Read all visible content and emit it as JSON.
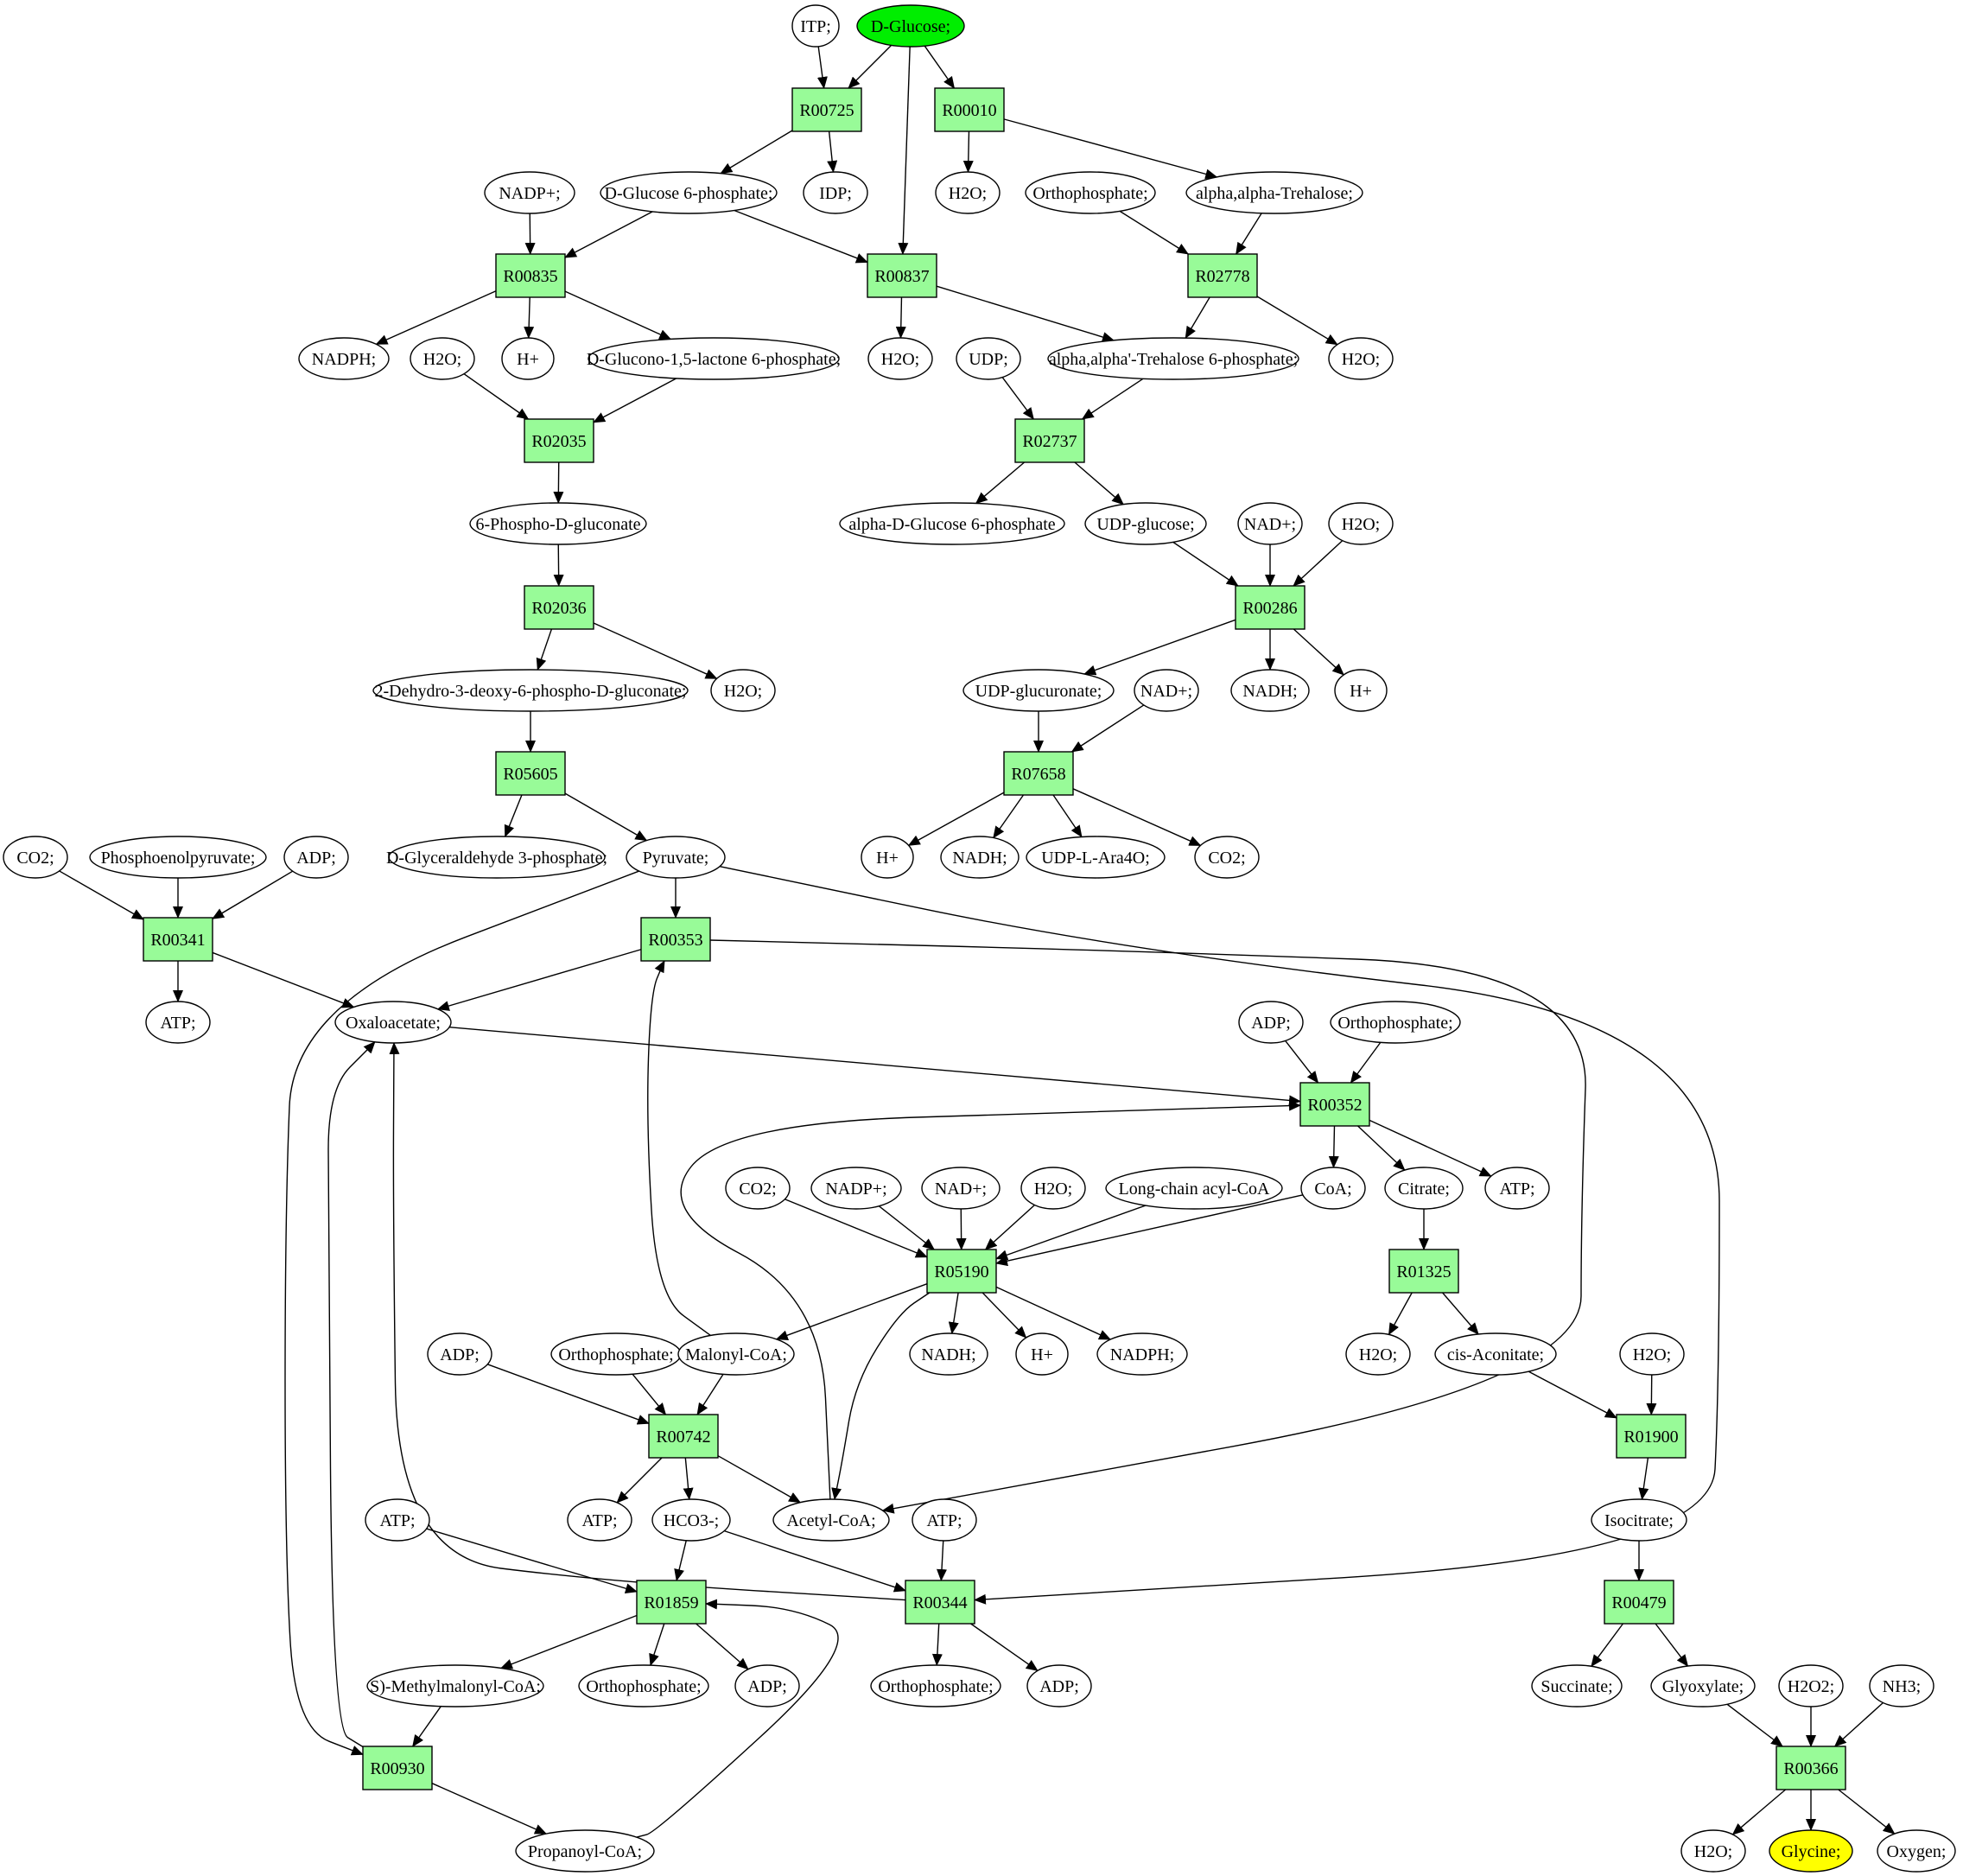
{
  "diagram": {
    "type": "metabolic-pathway-graph",
    "colors": {
      "reaction_fill": "#98fb98",
      "source_fill": "#00ee00",
      "target_fill": "#ffff00",
      "compound_fill": "#ffffff",
      "stroke": "#000000"
    },
    "nodes": [
      {
        "id": "c_itp",
        "label": "ITP;",
        "shape": "ellipse"
      },
      {
        "id": "c_dglucose",
        "label": "D-Glucose;",
        "shape": "ellipse",
        "role": "source"
      },
      {
        "id": "r_R00725",
        "label": "R00725",
        "shape": "box"
      },
      {
        "id": "r_R00010",
        "label": "R00010",
        "shape": "box"
      },
      {
        "id": "c_nadp_1",
        "label": "NADP+;",
        "shape": "ellipse"
      },
      {
        "id": "c_g6p",
        "label": "D-Glucose 6-phosphate;",
        "shape": "ellipse"
      },
      {
        "id": "c_idp",
        "label": "IDP;",
        "shape": "ellipse"
      },
      {
        "id": "c_h2o_1",
        "label": "H2O;",
        "shape": "ellipse"
      },
      {
        "id": "c_pi_1",
        "label": "Orthophosphate;",
        "shape": "ellipse"
      },
      {
        "id": "c_trehalose",
        "label": "alpha,alpha-Trehalose;",
        "shape": "ellipse"
      },
      {
        "id": "r_R00835",
        "label": "R00835",
        "shape": "box"
      },
      {
        "id": "r_R00837",
        "label": "R00837",
        "shape": "box"
      },
      {
        "id": "r_R02778",
        "label": "R02778",
        "shape": "box"
      },
      {
        "id": "c_nadph_1",
        "label": "NADPH;",
        "shape": "ellipse"
      },
      {
        "id": "c_h2o_2",
        "label": "H2O;",
        "shape": "ellipse"
      },
      {
        "id": "c_h_1",
        "label": "H+",
        "shape": "ellipse"
      },
      {
        "id": "c_glucono",
        "label": "D-Glucono-1,5-lactone 6-phosphate;",
        "shape": "ellipse"
      },
      {
        "id": "c_h2o_3",
        "label": "H2O;",
        "shape": "ellipse"
      },
      {
        "id": "c_udp",
        "label": "UDP;",
        "shape": "ellipse"
      },
      {
        "id": "c_t6p",
        "label": "alpha,alpha'-Trehalose 6-phosphate;",
        "shape": "ellipse"
      },
      {
        "id": "c_h2o_4",
        "label": "H2O;",
        "shape": "ellipse"
      },
      {
        "id": "r_R02035",
        "label": "R02035",
        "shape": "box"
      },
      {
        "id": "r_R02737",
        "label": "R02737",
        "shape": "box"
      },
      {
        "id": "c_6pg",
        "label": "6-Phospho-D-gluconate",
        "shape": "ellipse"
      },
      {
        "id": "c_ag6p",
        "label": "alpha-D-Glucose 6-phosphate",
        "shape": "ellipse"
      },
      {
        "id": "c_udpglc",
        "label": "UDP-glucose;",
        "shape": "ellipse"
      },
      {
        "id": "c_nad_1",
        "label": "NAD+;",
        "shape": "ellipse"
      },
      {
        "id": "c_h2o_5",
        "label": "H2O;",
        "shape": "ellipse"
      },
      {
        "id": "r_R02036",
        "label": "R02036",
        "shape": "box"
      },
      {
        "id": "r_R00286",
        "label": "R00286",
        "shape": "box"
      },
      {
        "id": "c_kdpg",
        "label": "2-Dehydro-3-deoxy-6-phospho-D-gluconate;",
        "shape": "ellipse"
      },
      {
        "id": "c_h2o_6",
        "label": "H2O;",
        "shape": "ellipse"
      },
      {
        "id": "c_udpglcA",
        "label": "UDP-glucuronate;",
        "shape": "ellipse"
      },
      {
        "id": "c_nad_2",
        "label": "NAD+;",
        "shape": "ellipse"
      },
      {
        "id": "c_nadh_1",
        "label": "NADH;",
        "shape": "ellipse"
      },
      {
        "id": "c_h_2",
        "label": "H+",
        "shape": "ellipse"
      },
      {
        "id": "r_R05605",
        "label": "R05605",
        "shape": "box"
      },
      {
        "id": "r_R07658",
        "label": "R07658",
        "shape": "box"
      },
      {
        "id": "c_co2_1",
        "label": "CO2;",
        "shape": "ellipse"
      },
      {
        "id": "c_pep",
        "label": "Phosphoenolpyruvate;",
        "shape": "ellipse"
      },
      {
        "id": "c_adp_1",
        "label": "ADP;",
        "shape": "ellipse"
      },
      {
        "id": "c_g3p",
        "label": "D-Glyceraldehyde 3-phosphate;",
        "shape": "ellipse"
      },
      {
        "id": "c_pyr",
        "label": "Pyruvate;",
        "shape": "ellipse"
      },
      {
        "id": "c_h_3",
        "label": "H+",
        "shape": "ellipse"
      },
      {
        "id": "c_nadh_2",
        "label": "NADH;",
        "shape": "ellipse"
      },
      {
        "id": "c_udpara",
        "label": "UDP-L-Ara4O;",
        "shape": "ellipse"
      },
      {
        "id": "c_co2_2",
        "label": "CO2;",
        "shape": "ellipse"
      },
      {
        "id": "r_R00341",
        "label": "R00341",
        "shape": "box"
      },
      {
        "id": "r_R00353",
        "label": "R00353",
        "shape": "box"
      },
      {
        "id": "c_atp_1",
        "label": "ATP;",
        "shape": "ellipse"
      },
      {
        "id": "c_oaa",
        "label": "Oxaloacetate;",
        "shape": "ellipse"
      },
      {
        "id": "c_adp_2",
        "label": "ADP;",
        "shape": "ellipse"
      },
      {
        "id": "c_pi_2",
        "label": "Orthophosphate;",
        "shape": "ellipse"
      },
      {
        "id": "r_R00352",
        "label": "R00352",
        "shape": "box"
      },
      {
        "id": "c_co2_3",
        "label": "CO2;",
        "shape": "ellipse"
      },
      {
        "id": "c_nadp_2",
        "label": "NADP+;",
        "shape": "ellipse"
      },
      {
        "id": "c_nad_3",
        "label": "NAD+;",
        "shape": "ellipse"
      },
      {
        "id": "c_h2o_7",
        "label": "H2O;",
        "shape": "ellipse"
      },
      {
        "id": "c_lcacyl",
        "label": "Long-chain acyl-CoA",
        "shape": "ellipse"
      },
      {
        "id": "c_coa",
        "label": "CoA;",
        "shape": "ellipse"
      },
      {
        "id": "c_citrate",
        "label": "Citrate;",
        "shape": "ellipse"
      },
      {
        "id": "c_atp_2",
        "label": "ATP;",
        "shape": "ellipse"
      },
      {
        "id": "r_R05190",
        "label": "R05190",
        "shape": "box"
      },
      {
        "id": "r_R01325",
        "label": "R01325",
        "shape": "box"
      },
      {
        "id": "c_adp_3",
        "label": "ADP;",
        "shape": "ellipse"
      },
      {
        "id": "c_pi_3",
        "label": "Orthophosphate;",
        "shape": "ellipse"
      },
      {
        "id": "c_malcoa",
        "label": "Malonyl-CoA;",
        "shape": "ellipse"
      },
      {
        "id": "c_nadh_3",
        "label": "NADH;",
        "shape": "ellipse"
      },
      {
        "id": "c_h_4",
        "label": "H+",
        "shape": "ellipse"
      },
      {
        "id": "c_nadph_2",
        "label": "NADPH;",
        "shape": "ellipse"
      },
      {
        "id": "c_h2o_8",
        "label": "H2O;",
        "shape": "ellipse"
      },
      {
        "id": "c_cisacon",
        "label": "cis-Aconitate;",
        "shape": "ellipse"
      },
      {
        "id": "c_h2o_9",
        "label": "H2O;",
        "shape": "ellipse"
      },
      {
        "id": "r_R00742",
        "label": "R00742",
        "shape": "box"
      },
      {
        "id": "r_R01900",
        "label": "R01900",
        "shape": "box"
      },
      {
        "id": "c_atp_3",
        "label": "ATP;",
        "shape": "ellipse"
      },
      {
        "id": "c_atp_4",
        "label": "ATP;",
        "shape": "ellipse"
      },
      {
        "id": "c_hco3",
        "label": "HCO3-;",
        "shape": "ellipse"
      },
      {
        "id": "c_acecoa",
        "label": "Acetyl-CoA;",
        "shape": "ellipse"
      },
      {
        "id": "c_atp_5",
        "label": "ATP;",
        "shape": "ellipse"
      },
      {
        "id": "c_isocit",
        "label": "Isocitrate;",
        "shape": "ellipse"
      },
      {
        "id": "r_R01859",
        "label": "R01859",
        "shape": "box"
      },
      {
        "id": "r_R00344",
        "label": "R00344",
        "shape": "box"
      },
      {
        "id": "r_R00479",
        "label": "R00479",
        "shape": "box"
      },
      {
        "id": "c_smmcoa",
        "label": "S)-Methylmalonyl-CoA;",
        "shape": "ellipse"
      },
      {
        "id": "c_pi_4",
        "label": "Orthophosphate;",
        "shape": "ellipse"
      },
      {
        "id": "c_adp_4",
        "label": "ADP;",
        "shape": "ellipse"
      },
      {
        "id": "c_pi_5",
        "label": "Orthophosphate;",
        "shape": "ellipse"
      },
      {
        "id": "c_adp_5",
        "label": "ADP;",
        "shape": "ellipse"
      },
      {
        "id": "c_succ",
        "label": "Succinate;",
        "shape": "ellipse"
      },
      {
        "id": "c_glyox",
        "label": "Glyoxylate;",
        "shape": "ellipse"
      },
      {
        "id": "c_h2o2",
        "label": "H2O2;",
        "shape": "ellipse"
      },
      {
        "id": "c_nh3",
        "label": "NH3;",
        "shape": "ellipse"
      },
      {
        "id": "r_R00930",
        "label": "R00930",
        "shape": "box"
      },
      {
        "id": "r_R00366",
        "label": "R00366",
        "shape": "box"
      },
      {
        "id": "c_propcoa",
        "label": "Propanoyl-CoA;",
        "shape": "ellipse"
      },
      {
        "id": "c_h2o_10",
        "label": "H2O;",
        "shape": "ellipse"
      },
      {
        "id": "c_glycine",
        "label": "Glycine;",
        "shape": "ellipse",
        "role": "target"
      },
      {
        "id": "c_oxygen",
        "label": "Oxygen;",
        "shape": "ellipse"
      }
    ],
    "edges": [
      [
        "c_itp",
        "r_R00725"
      ],
      [
        "c_dglucose",
        "r_R00725"
      ],
      [
        "c_dglucose",
        "r_R00010"
      ],
      [
        "c_dglucose",
        "r_R00837"
      ],
      [
        "r_R00725",
        "c_g6p"
      ],
      [
        "r_R00725",
        "c_idp"
      ],
      [
        "r_R00010",
        "c_h2o_1"
      ],
      [
        "r_R00010",
        "c_trehalose"
      ],
      [
        "c_nadp_1",
        "r_R00835"
      ],
      [
        "c_g6p",
        "r_R00835"
      ],
      [
        "c_g6p",
        "r_R00837"
      ],
      [
        "c_pi_1",
        "r_R02778"
      ],
      [
        "c_trehalose",
        "r_R02778"
      ],
      [
        "r_R00835",
        "c_nadph_1"
      ],
      [
        "r_R00835",
        "c_h_1"
      ],
      [
        "r_R00835",
        "c_glucono"
      ],
      [
        "r_R00837",
        "c_h2o_3"
      ],
      [
        "r_R00837",
        "c_t6p"
      ],
      [
        "r_R02778",
        "c_t6p"
      ],
      [
        "r_R02778",
        "c_h2o_4"
      ],
      [
        "c_h2o_2",
        "r_R02035"
      ],
      [
        "c_glucono",
        "r_R02035"
      ],
      [
        "c_udp",
        "r_R02737"
      ],
      [
        "c_t6p",
        "r_R02737"
      ],
      [
        "r_R02035",
        "c_6pg"
      ],
      [
        "r_R02737",
        "c_ag6p"
      ],
      [
        "r_R02737",
        "c_udpglc"
      ],
      [
        "c_6pg",
        "r_R02036"
      ],
      [
        "c_udpglc",
        "r_R00286"
      ],
      [
        "c_nad_1",
        "r_R00286"
      ],
      [
        "c_h2o_5",
        "r_R00286"
      ],
      [
        "r_R02036",
        "c_kdpg"
      ],
      [
        "r_R02036",
        "c_h2o_6"
      ],
      [
        "r_R00286",
        "c_udpglcA"
      ],
      [
        "r_R00286",
        "c_nadh_1"
      ],
      [
        "r_R00286",
        "c_h_2"
      ],
      [
        "c_kdpg",
        "r_R05605"
      ],
      [
        "c_udpglcA",
        "r_R07658"
      ],
      [
        "c_nad_2",
        "r_R07658"
      ],
      [
        "r_R05605",
        "c_g3p"
      ],
      [
        "r_R05605",
        "c_pyr"
      ],
      [
        "r_R07658",
        "c_h_3"
      ],
      [
        "r_R07658",
        "c_nadh_2"
      ],
      [
        "r_R07658",
        "c_udpara"
      ],
      [
        "r_R07658",
        "c_co2_2"
      ],
      [
        "c_co2_1",
        "r_R00341"
      ],
      [
        "c_pep",
        "r_R00341"
      ],
      [
        "c_adp_1",
        "r_R00341"
      ],
      [
        "c_pyr",
        "r_R00353"
      ],
      [
        "r_R00341",
        "c_atp_1"
      ],
      [
        "r_R00341",
        "c_oaa"
      ],
      [
        "r_R00353",
        "c_oaa"
      ],
      [
        "c_oaa",
        "r_R00352"
      ],
      [
        "c_adp_2",
        "r_R00352"
      ],
      [
        "c_pi_2",
        "r_R00352"
      ],
      [
        "r_R00352",
        "c_coa"
      ],
      [
        "r_R00352",
        "c_citrate"
      ],
      [
        "r_R00352",
        "c_atp_2"
      ],
      [
        "c_co2_3",
        "r_R05190"
      ],
      [
        "c_nadp_2",
        "r_R05190"
      ],
      [
        "c_nad_3",
        "r_R05190"
      ],
      [
        "c_h2o_7",
        "r_R05190"
      ],
      [
        "c_lcacyl",
        "r_R05190"
      ],
      [
        "c_coa",
        "r_R05190"
      ],
      [
        "c_citrate",
        "r_R01325"
      ],
      [
        "r_R05190",
        "c_malcoa"
      ],
      [
        "r_R05190",
        "c_nadh_3"
      ],
      [
        "r_R05190",
        "c_h_4"
      ],
      [
        "r_R05190",
        "c_nadph_2"
      ],
      [
        "r_R05190",
        "c_acecoa"
      ],
      [
        "r_R01325",
        "c_h2o_8"
      ],
      [
        "r_R01325",
        "c_cisacon"
      ],
      [
        "c_adp_3",
        "r_R00742"
      ],
      [
        "c_pi_3",
        "r_R00742"
      ],
      [
        "c_malcoa",
        "r_R00742"
      ],
      [
        "c_malcoa",
        "r_R00353"
      ],
      [
        "c_cisacon",
        "r_R01900"
      ],
      [
        "c_h2o_9",
        "r_R01900"
      ],
      [
        "r_R00742",
        "c_atp_3"
      ],
      [
        "r_R00742",
        "c_hco3"
      ],
      [
        "r_R00742",
        "c_acecoa"
      ],
      [
        "r_R00353",
        "c_acecoa"
      ],
      [
        "c_acecoa",
        "r_R00352"
      ],
      [
        "r_R01900",
        "c_isocit"
      ],
      [
        "c_atp_4",
        "r_R01859"
      ],
      [
        "c_hco3",
        "r_R01859"
      ],
      [
        "c_propcoa",
        "r_R01859"
      ],
      [
        "c_atp_5",
        "r_R00344"
      ],
      [
        "c_hco3",
        "r_R00344"
      ],
      [
        "c_pyr",
        "r_R00344"
      ],
      [
        "r_R00344",
        "c_oaa"
      ],
      [
        "c_isocit",
        "r_R00479"
      ],
      [
        "r_R01859",
        "c_smmcoa"
      ],
      [
        "r_R01859",
        "c_pi_4"
      ],
      [
        "r_R01859",
        "c_adp_4"
      ],
      [
        "r_R00344",
        "c_pi_5"
      ],
      [
        "r_R00344",
        "c_adp_5"
      ],
      [
        "r_R00479",
        "c_succ"
      ],
      [
        "r_R00479",
        "c_glyox"
      ],
      [
        "c_glyox",
        "r_R00366"
      ],
      [
        "c_h2o2",
        "r_R00366"
      ],
      [
        "c_nh3",
        "r_R00366"
      ],
      [
        "c_smmcoa",
        "r_R00930"
      ],
      [
        "c_pyr",
        "r_R00930"
      ],
      [
        "r_R00930",
        "c_oaa"
      ],
      [
        "r_R00930",
        "c_propcoa"
      ],
      [
        "r_R00366",
        "c_h2o_10"
      ],
      [
        "r_R00366",
        "c_glycine"
      ],
      [
        "r_R00366",
        "c_oxygen"
      ]
    ]
  }
}
